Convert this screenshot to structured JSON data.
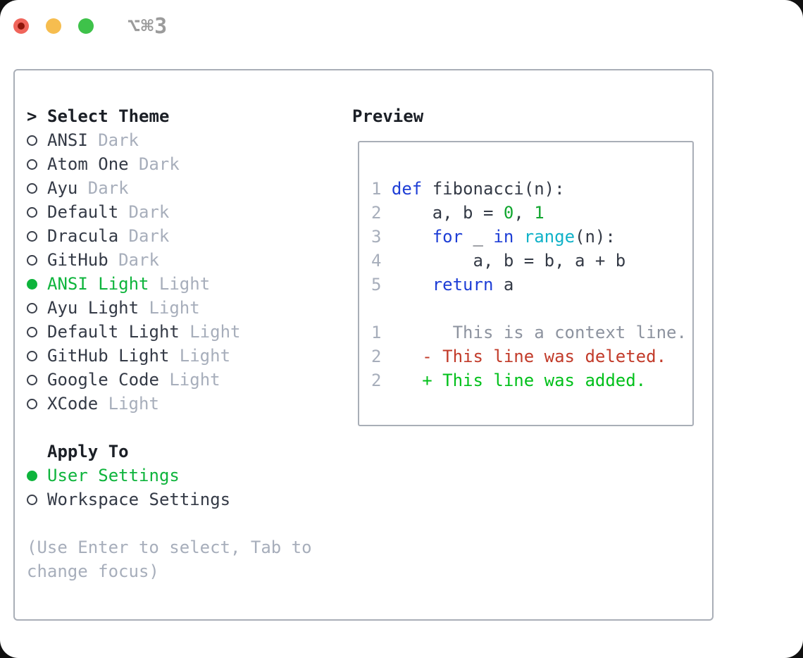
{
  "window": {
    "shortcut_hint": "⌥⌘3",
    "traffic_lights": [
      {
        "icon": "close-traffic-light-icon",
        "color": "#f0655b",
        "has_center_dot": true
      },
      {
        "icon": "minimize-traffic-light-icon",
        "color": "#f6bd4f",
        "has_center_dot": false
      },
      {
        "icon": "zoom-traffic-light-icon",
        "color": "#3ec24a",
        "has_center_dot": false
      }
    ]
  },
  "theme_panel": {
    "header": {
      "marker": ">",
      "label": "Select Theme"
    },
    "themes": [
      {
        "name": "ANSI",
        "variant": "Dark",
        "selected": false
      },
      {
        "name": "Atom One",
        "variant": "Dark",
        "selected": false
      },
      {
        "name": "Ayu",
        "variant": "Dark",
        "selected": false
      },
      {
        "name": "Default",
        "variant": "Dark",
        "selected": false
      },
      {
        "name": "Dracula",
        "variant": "Dark",
        "selected": false
      },
      {
        "name": "GitHub",
        "variant": "Dark",
        "selected": false
      },
      {
        "name": "ANSI Light",
        "variant": "Light",
        "selected": true
      },
      {
        "name": "Ayu Light",
        "variant": "Light",
        "selected": false
      },
      {
        "name": "Default Light",
        "variant": "Light",
        "selected": false
      },
      {
        "name": "GitHub Light",
        "variant": "Light",
        "selected": false
      },
      {
        "name": "Google Code",
        "variant": "Light",
        "selected": false
      },
      {
        "name": "XCode",
        "variant": "Light",
        "selected": false
      }
    ],
    "apply_to": {
      "label": "Apply To",
      "options": [
        {
          "label": "User Settings",
          "selected": true
        },
        {
          "label": "Workspace Settings",
          "selected": false
        }
      ]
    },
    "hint_lines": [
      "(Use Enter to select, Tab to",
      "change focus)"
    ]
  },
  "preview_panel": {
    "title": "Preview",
    "code_lines": [
      [
        {
          "c": "num",
          "t": "1 "
        },
        {
          "c": "kw",
          "t": "def"
        },
        {
          "c": "pl",
          "t": " fibonacci(n):"
        }
      ],
      [
        {
          "c": "num",
          "t": "2 "
        },
        {
          "c": "pl",
          "t": "    a, b = "
        },
        {
          "c": "lit",
          "t": "0"
        },
        {
          "c": "pl",
          "t": ", "
        },
        {
          "c": "lit",
          "t": "1"
        }
      ],
      [
        {
          "c": "num",
          "t": "3 "
        },
        {
          "c": "pl",
          "t": "    "
        },
        {
          "c": "kw",
          "t": "for"
        },
        {
          "c": "pl",
          "t": " _ "
        },
        {
          "c": "kw",
          "t": "in"
        },
        {
          "c": "pl",
          "t": " "
        },
        {
          "c": "fn",
          "t": "range"
        },
        {
          "c": "pl",
          "t": "(n):"
        }
      ],
      [
        {
          "c": "num",
          "t": "4 "
        },
        {
          "c": "pl",
          "t": "        a, b = b, a + b"
        }
      ],
      [
        {
          "c": "num",
          "t": "5 "
        },
        {
          "c": "pl",
          "t": "    "
        },
        {
          "c": "kw",
          "t": "return"
        },
        {
          "c": "pl",
          "t": " a"
        }
      ],
      [],
      [
        {
          "c": "num",
          "t": "1"
        },
        {
          "c": "ctx",
          "t": "       This is a context line."
        }
      ],
      [
        {
          "c": "num",
          "t": "2"
        },
        {
          "c": "del",
          "t": "    - This line was deleted."
        }
      ],
      [
        {
          "c": "num",
          "t": "2"
        },
        {
          "c": "add",
          "t": "    + This line was added."
        }
      ]
    ]
  },
  "colors": {
    "accent_green": "#0eb43c",
    "keyword_blue": "#1e3ed6",
    "function_cyan": "#10b2c8",
    "literal_green": "#11a62f",
    "deleted_red": "#c23b2a",
    "added_green": "#01c01a",
    "text_dark": "#343a46",
    "header_dark": "#1b1f26",
    "muted_gray": "#a7aebb",
    "context_gray": "#8d939f",
    "border_gray": "#a9aeb7",
    "shortcut_gray": "#9b9b9b",
    "traffic_red": "#f0655b",
    "traffic_red_dot": "#8e150a",
    "traffic_yellow": "#f6bd4f",
    "traffic_green": "#3ec24a",
    "circle_outline": "#3b404b"
  }
}
